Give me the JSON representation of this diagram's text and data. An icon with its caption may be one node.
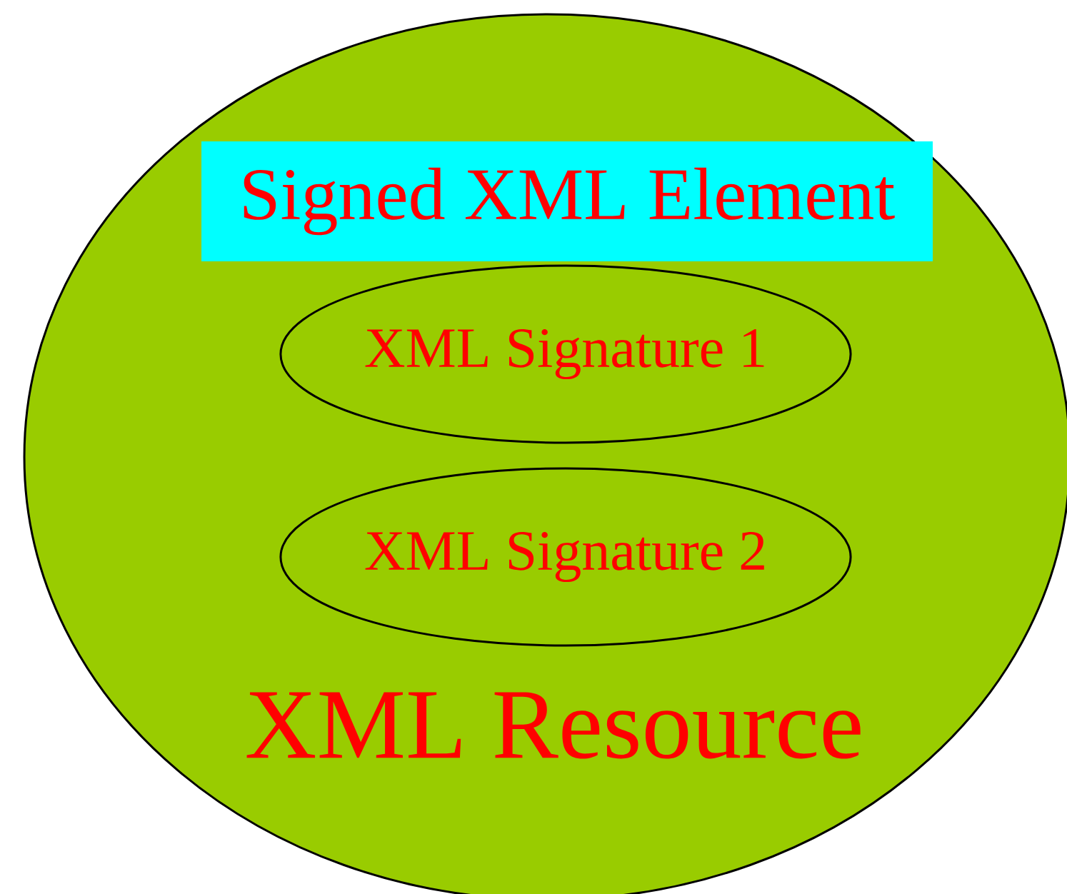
{
  "diagram": {
    "nodes": [
      {
        "text": [
          "XML Resource"
        ]
      },
      {
        "text": [
          "Signed XML Element"
        ],
        "in": 0
      },
      {
        "text": [
          "XML Signature 1"
        ],
        "in": 0
      },
      {
        "text": [
          "XML Signature 2"
        ],
        "in": 0
      }
    ]
  }
}
